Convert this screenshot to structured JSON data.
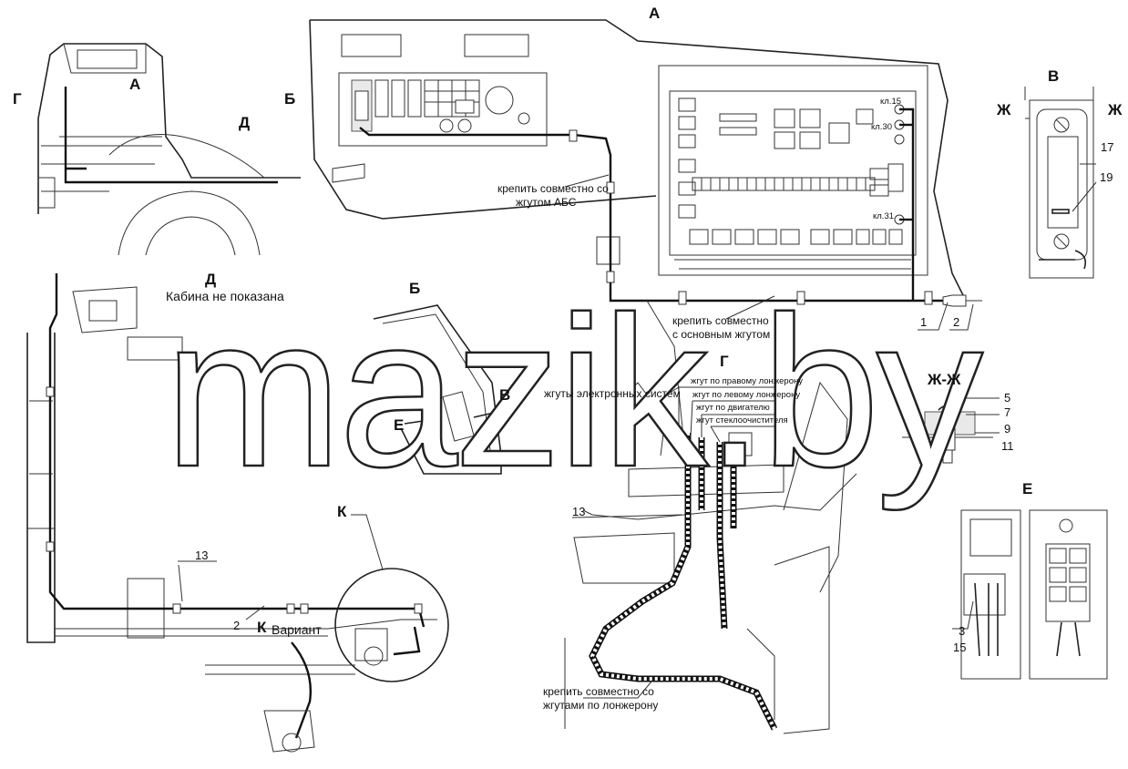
{
  "views": {
    "a": "А",
    "b": "Б",
    "v": "В",
    "g": "Г",
    "d": "Д",
    "e": "Е",
    "k": "К",
    "zh_zh": "Ж-Ж",
    "zh": "Ж"
  },
  "captions": {
    "cab_not_shown": "Кабина не показана",
    "variant": "Вариант"
  },
  "notes": {
    "abs_line1": "крепить совместно со",
    "abs_line2": "жгутом АБС",
    "main_line1": "крепить совместно",
    "main_line2": "с основным жгутом",
    "spar_line1": "крепить совместно со",
    "spar_line2": "жгутами по лонжерону",
    "electronic": "жгуты электронных систем",
    "right_spar": "жгут по правому лонжерону",
    "left_spar": "жгут по левому лонжерону",
    "engine": "жгут по двигателю",
    "wiper": "жгут стеклоочистителя"
  },
  "terminals": {
    "kl15": "кл.15",
    "kl30": "кл.30",
    "kl31": "кл.31"
  },
  "callouts": {
    "n1": "1",
    "n2": "2",
    "n3": "3",
    "n5": "5",
    "n7": "7",
    "n9": "9",
    "n11": "11",
    "n13": "13",
    "n15": "15",
    "n17": "17",
    "n19": "19"
  },
  "watermark": "mazik.by",
  "colors": {
    "line": "#111111",
    "background": "#ffffff"
  }
}
